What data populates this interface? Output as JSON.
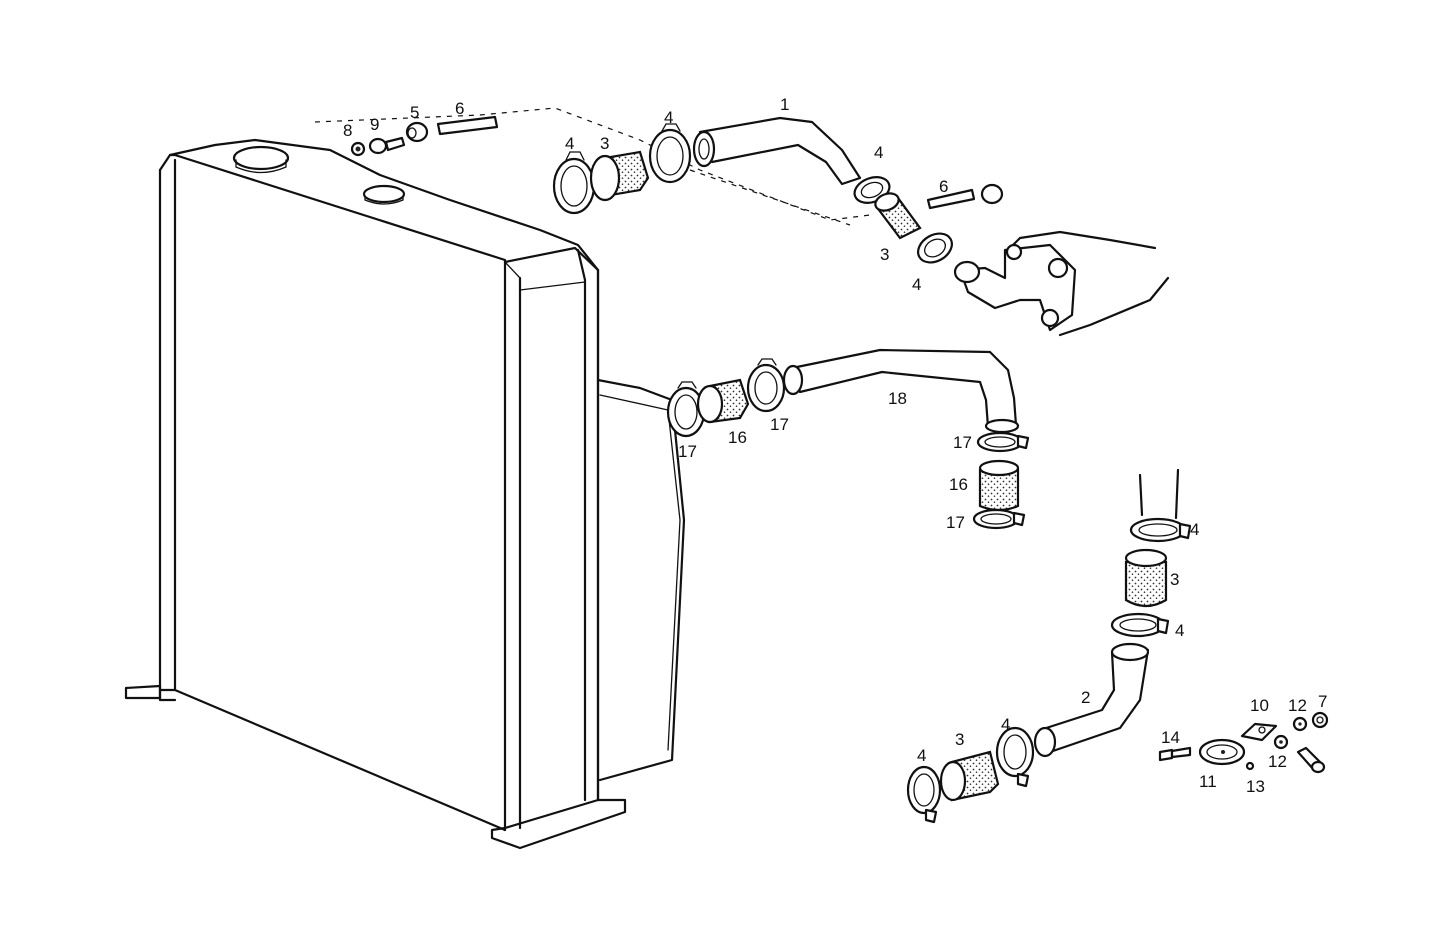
{
  "callouts": [
    "1",
    "2",
    "3",
    "4",
    "5",
    "6",
    "7",
    "8",
    "9",
    "10",
    "11",
    "12",
    "13",
    "14",
    "16",
    "17",
    "18"
  ],
  "labels": {
    "l1": "1",
    "l2": "2",
    "l3a": "3",
    "l3b": "3",
    "l3c": "3",
    "l3d": "3",
    "l4a": "4",
    "l4b": "4",
    "l4c": "4",
    "l4d": "4",
    "l4e": "4",
    "l4f": "4",
    "l4g": "4",
    "l4h": "4",
    "l5": "5",
    "l6a": "6",
    "l6b": "6",
    "l7": "7",
    "l8": "8",
    "l9": "9",
    "l10": "10",
    "l11": "11",
    "l12a": "12",
    "l12b": "12",
    "l13": "13",
    "l14": "14",
    "l16a": "16",
    "l16b": "16",
    "l17a": "17",
    "l17b": "17",
    "l17c": "17",
    "l17d": "17",
    "l18": "18"
  }
}
